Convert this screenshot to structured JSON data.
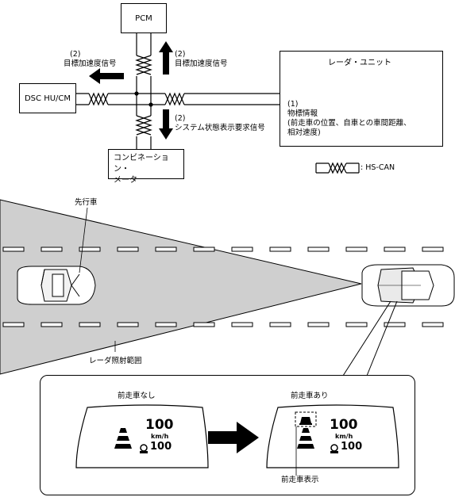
{
  "nodes": {
    "pcm": "PCM",
    "dsc": "DSC HU/CM",
    "radar": "レーダ・ユニット",
    "combination_line1": "コンビネーション・",
    "combination_line2": "メータ"
  },
  "signals": {
    "target_accel_left_num": "(2)",
    "target_accel_left": "目標加速度信号",
    "target_accel_up_num": "(2)",
    "target_accel_up": "目標加速度信号",
    "system_status_num": "(2)",
    "system_status": "システム状態表示要求信号",
    "object_info_num": "(1)",
    "object_info": "物標情報",
    "object_info_detail1": "(前走車の位置、自車との車間距離、",
    "object_info_detail2": "相対速度)"
  },
  "legend": {
    "hs_can": ": HS-CAN"
  },
  "scene": {
    "leading_vehicle": "先行車",
    "radar_range": "レーダ照射範囲"
  },
  "hud": {
    "no_vehicle_title": "前走車なし",
    "with_vehicle_title": "前走車あり",
    "speed": "100",
    "unit": "km/h",
    "set_speed": "100",
    "vehicle_display_label": "前走車表示"
  }
}
